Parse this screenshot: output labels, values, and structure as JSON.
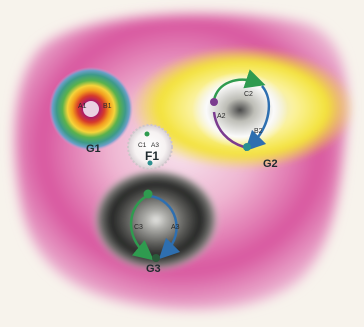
{
  "diagram": {
    "fields": {
      "g1": {
        "label": "G1",
        "inner_labels": [
          "A1",
          "B1"
        ]
      },
      "g2": {
        "label": "G2",
        "inner_labels": [
          "C2",
          "A2",
          "B2"
        ]
      },
      "g3": {
        "label": "G3",
        "inner_labels": [
          "C3",
          "A3"
        ]
      },
      "f1": {
        "label": "F1",
        "inner_labels": [
          "C1",
          "A3"
        ]
      }
    },
    "colors": {
      "background": "#f7f3ec",
      "magenta": "#d8559e",
      "yellow": "#f3e23a",
      "green_arrow": "#2f9b4f",
      "blue_arrow": "#2e6fb0",
      "purple_node": "#7b3c8f",
      "teal_node": "#2a8f8f"
    }
  }
}
